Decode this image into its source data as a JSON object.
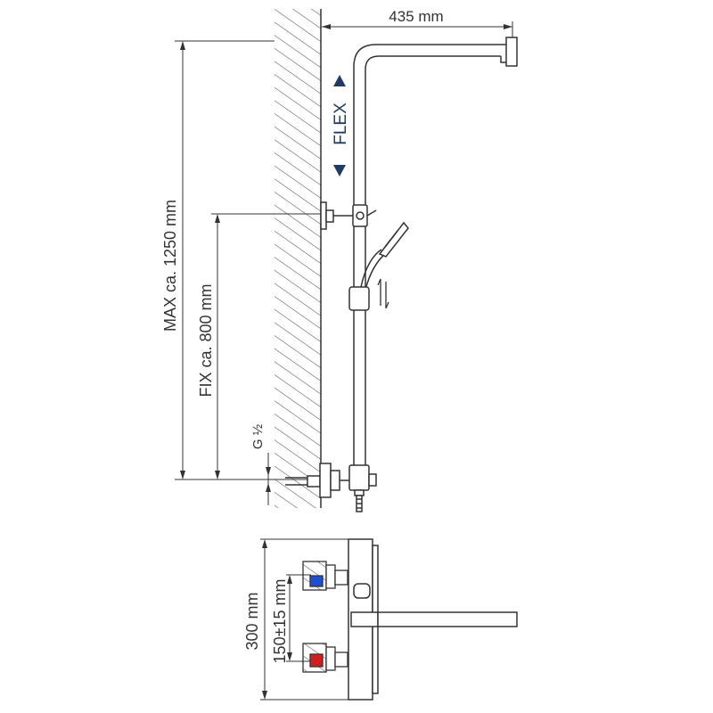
{
  "labels": {
    "top_width": "435 mm",
    "flex": "FLEX",
    "max_height": "MAX ca. 1250 mm",
    "fix_height": "FIX ca. 800 mm",
    "thread": "G ½",
    "mixer_height": "300 mm",
    "inlet_spacing": "150±15 mm"
  },
  "colors": {
    "line": "#333333",
    "flex": "#1f3b66",
    "cold": "#1f4fd1",
    "hot": "#d11f1f"
  },
  "icons": {
    "up": "triangle-up-icon",
    "down": "triangle-down-icon",
    "adjust": "up-down-arrows-icon"
  }
}
